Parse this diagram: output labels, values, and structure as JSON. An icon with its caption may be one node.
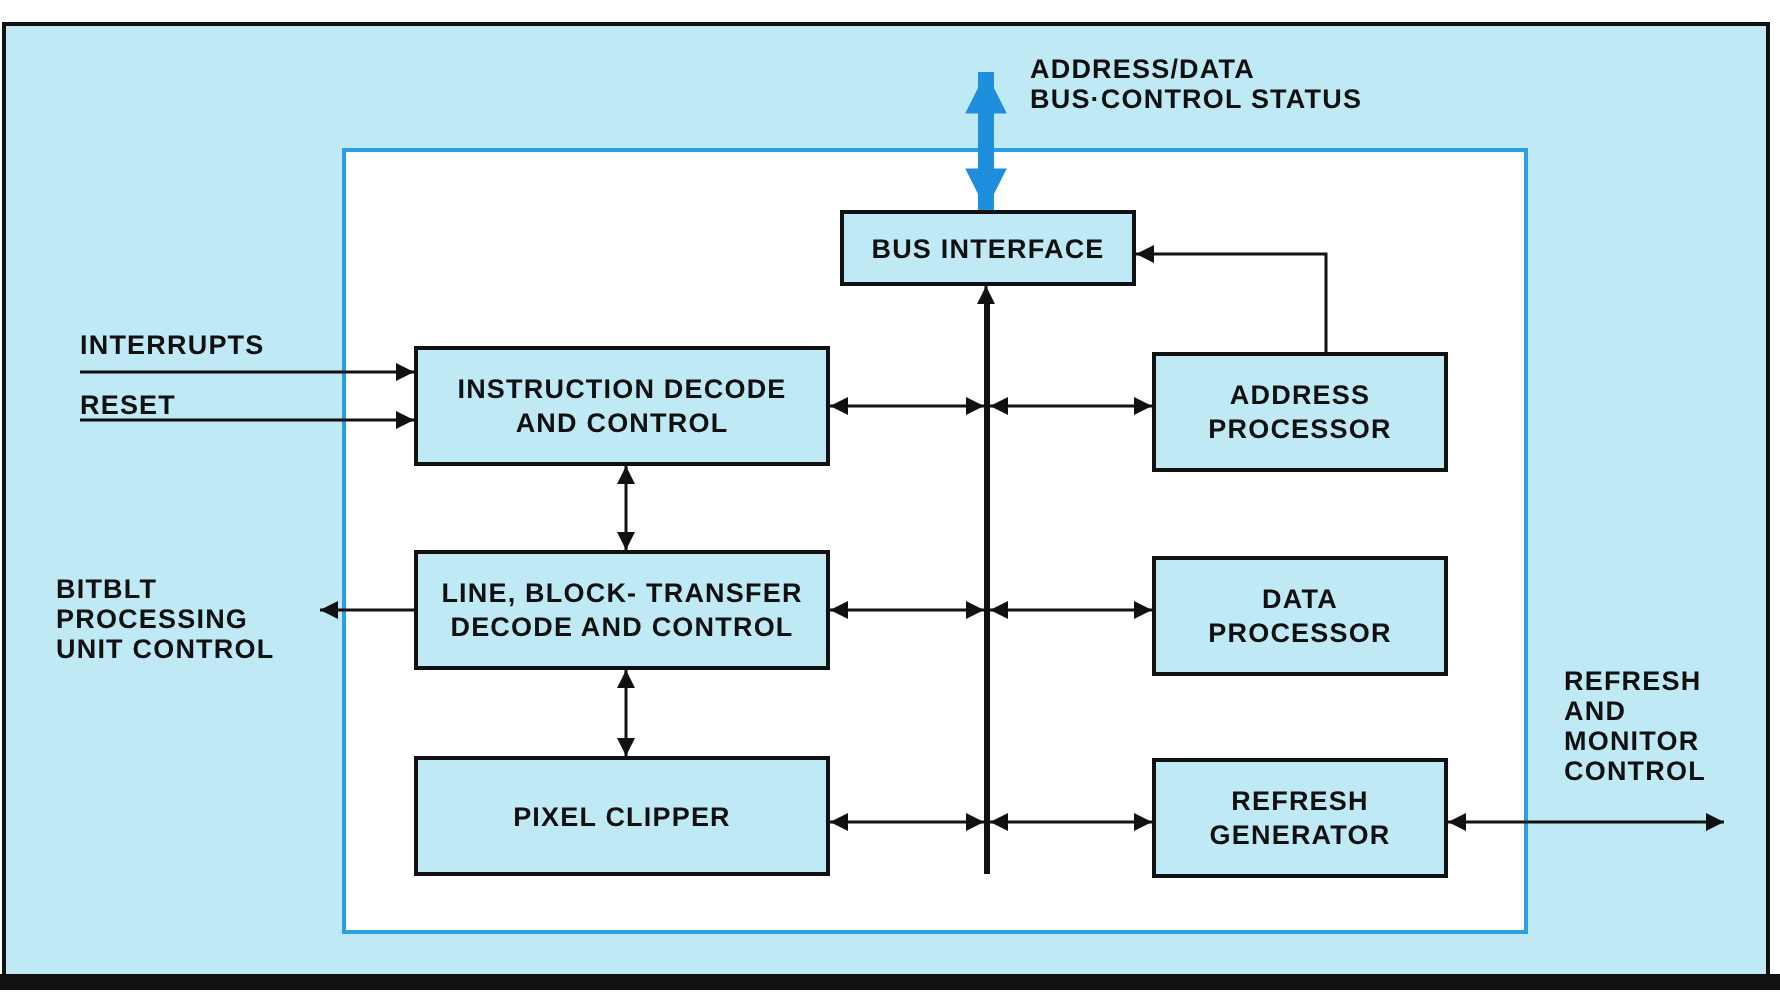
{
  "diagram": {
    "nodes": [
      {
        "text": [
          "BUS INTERFACE"
        ]
      },
      {
        "text": [
          "INSTRUCTION DECODE AND CONTROL"
        ]
      },
      {
        "text": [
          "ADDRESS PROCESSOR"
        ]
      },
      {
        "text": [
          "LINE, BLOCK- TRANSFER DECODE AND CONTROL"
        ]
      },
      {
        "text": [
          "DATA PROCESSOR"
        ]
      },
      {
        "text": [
          "PIXEL CLIPPER"
        ]
      },
      {
        "text": [
          "REFRESH GENERATOR"
        ]
      },
      {
        "text": [],
        "shape": "bar"
      },
      {
        "text": [
          "BITBLT PROCESSING UNIT CONTROL"
        ]
      },
      {
        "text": [
          "INTERRUPTS"
        ]
      },
      {
        "text": [
          "RESET"
        ]
      },
      {
        "text": [
          "REFRESH AND MONITOR CONTROL"
        ]
      }
    ],
    "edges": [
      {
        "from": null,
        "to": 0,
        "arrow": "both",
        "style": "thick",
        "color": "#1e8fdc"
      },
      {
        "from": 7,
        "to": 0,
        "arrow": "to"
      },
      {
        "from": 2,
        "to": 0,
        "arrow": "to"
      },
      {
        "from": 9,
        "to": 1,
        "arrow": "to"
      },
      {
        "from": 10,
        "to": 1,
        "arrow": "to"
      },
      {
        "from": 1,
        "to": 7,
        "arrow": "both"
      },
      {
        "from": 7,
        "to": 2,
        "arrow": "both"
      },
      {
        "from": 1,
        "to": 3,
        "arrow": "both"
      },
      {
        "from": 3,
        "to": 8,
        "arrow": "to"
      },
      {
        "from": 3,
        "to": 7,
        "arrow": "both"
      },
      {
        "from": 7,
        "to": 4,
        "arrow": "both"
      },
      {
        "from": 3,
        "to": 5,
        "arrow": "both"
      },
      {
        "from": 5,
        "to": 7,
        "arrow": "both"
      },
      {
        "from": 7,
        "to": 6,
        "arrow": "both"
      },
      {
        "from": 6,
        "to": 11,
        "arrow": "both"
      }
    ],
    "labels": [
      "ADDRESS/DATA BUS·CONTROL STATUS"
    ]
  }
}
